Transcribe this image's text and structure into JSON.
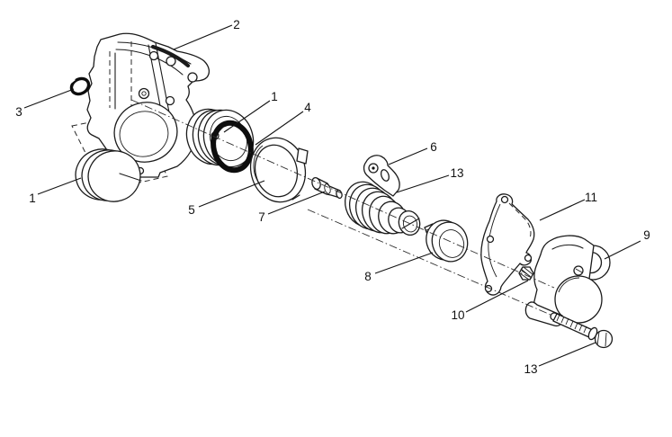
{
  "diagram": {
    "type": "exploded-parts-diagram",
    "subject": "water-pump-assembly",
    "background_color": "#ffffff",
    "line_color": "#1b1b1b",
    "style": "black-and-white technical line art with dash-dot alignment axes and numbered callouts"
  },
  "callouts": [
    {
      "label": "2",
      "part": "pump-housing"
    },
    {
      "label": "3",
      "part": "small-o-ring"
    },
    {
      "label": "1",
      "part": "cover-disc"
    },
    {
      "label": "1",
      "part": "seal-disc"
    },
    {
      "label": "4",
      "part": "large-o-ring"
    },
    {
      "label": "5",
      "part": "retainer-ring"
    },
    {
      "label": "7",
      "part": "shaft-pin"
    },
    {
      "label": "6",
      "part": "mount-bracket"
    },
    {
      "label": "13",
      "part": "impeller-shaft-assembly"
    },
    {
      "label": "11",
      "part": "cover-gasket"
    },
    {
      "label": "8",
      "part": "seal-cap"
    },
    {
      "label": "10",
      "part": "flange-nut"
    },
    {
      "label": "9",
      "part": "pump-cover"
    },
    {
      "label": "13",
      "part": "hex-bolt"
    }
  ]
}
